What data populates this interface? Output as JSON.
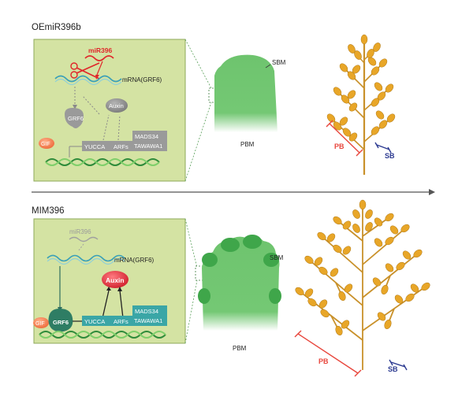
{
  "panels": {
    "top": {
      "title": "OEmiR396b",
      "mirna": "miR396",
      "mrna": "mRNA(GRF6)",
      "grf6": "GRF6",
      "auxin": "Auxin",
      "gif": "GIF",
      "yucca": "YUCCA",
      "arfs": "ARFs",
      "mads34": "MADS34",
      "tawawa1": "TAWAWA1",
      "sbm": "SBM",
      "pbm": "PBM",
      "pb": "PB",
      "sb": "SB"
    },
    "bottom": {
      "title": "MIM396",
      "mirna": "miR396",
      "mrna": "mRNA(GRF6)",
      "grf6": "GRF6",
      "auxin": "Auxin",
      "gif": "GIF",
      "yucca": "YUCCA",
      "arfs": "ARFs",
      "mads34": "MADS34",
      "tawawa1": "TAWAWA1",
      "sbm": "SBM",
      "pbm": "PBM",
      "pb": "PB",
      "sb": "SB"
    }
  },
  "colors": {
    "panel_bg": "#d4e3a3",
    "meristem": "#6bc46d",
    "mirna_red": "#e0262a",
    "pb_red": "#e8463c",
    "sb_blue": "#2b3990",
    "spikelet": "#e8a628",
    "stem": "#c9912a",
    "gif": "#f27f4f",
    "auxin_top": "#8a8a8a",
    "auxin_bottom": "#e63946",
    "grf6_top": "#9a9a9a",
    "grf6_bottom": "#2e7d64",
    "box_top": "#9a9a9a",
    "box_bottom": "#3aa6a6"
  }
}
